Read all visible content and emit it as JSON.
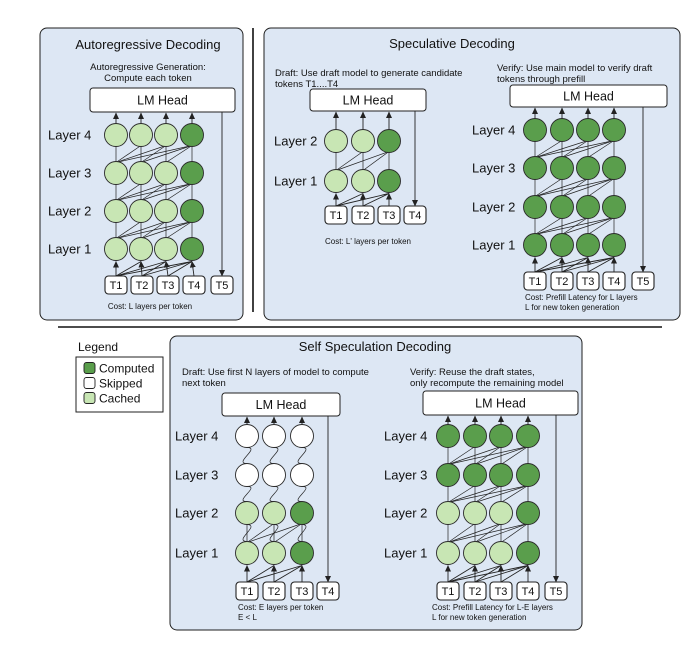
{
  "colors": {
    "computed": "#5a9e4c",
    "skipped": "#ffffff",
    "cached": "#c8e6b4",
    "panel": "#dde7f4"
  },
  "legend": {
    "title": "Legend",
    "items": [
      {
        "label": "Computed",
        "state": "computed"
      },
      {
        "label": "Skipped",
        "state": "skipped"
      },
      {
        "label": "Cached",
        "state": "cached"
      }
    ]
  },
  "lm_head_label": "LM Head",
  "panels": {
    "autoregressive": {
      "title": "Autoregressive Decoding",
      "desc": [
        "Autoregressive Generation:",
        "Compute each token"
      ],
      "layers": [
        "Layer 4",
        "Layer 3",
        "Layer 2",
        "Layer 1"
      ],
      "states": [
        [
          "cached",
          "cached",
          "cached",
          "computed"
        ],
        [
          "cached",
          "cached",
          "cached",
          "computed"
        ],
        [
          "cached",
          "cached",
          "cached",
          "computed"
        ],
        [
          "cached",
          "cached",
          "cached",
          "computed"
        ]
      ],
      "tokens": [
        "T1",
        "T2",
        "T3",
        "T4",
        "T5"
      ],
      "cost": [
        "Cost: L layers per token"
      ]
    },
    "speculative": {
      "title": "Speculative Decoding",
      "draft": {
        "desc": [
          "Draft: Use draft model to generate candidate",
          "tokens T1....T4"
        ],
        "layers": [
          "Layer 2",
          "Layer 1"
        ],
        "states": [
          [
            "cached",
            "cached",
            "computed"
          ],
          [
            "cached",
            "cached",
            "computed"
          ]
        ],
        "tokens": [
          "T1",
          "T2",
          "T3",
          "T4"
        ],
        "cost": [
          "Cost: L' layers per token"
        ]
      },
      "verify": {
        "desc": [
          "Verify: Use main model to verify draft",
          "tokens through prefill"
        ],
        "layers": [
          "Layer 4",
          "Layer 3",
          "Layer 2",
          "Layer 1"
        ],
        "states": [
          [
            "computed",
            "computed",
            "computed",
            "computed"
          ],
          [
            "computed",
            "computed",
            "computed",
            "computed"
          ],
          [
            "computed",
            "computed",
            "computed",
            "computed"
          ],
          [
            "computed",
            "computed",
            "computed",
            "computed"
          ]
        ],
        "tokens": [
          "T1",
          "T2",
          "T3",
          "T4",
          "T5"
        ],
        "cost": [
          "Cost: Prefill Latency for L layers",
          "L for new token generation"
        ]
      }
    },
    "self_speculation": {
      "title": "Self Speculation Decoding",
      "draft": {
        "desc": [
          "Draft: Use first N layers of model to compute",
          "next token"
        ],
        "layers": [
          "Layer 4",
          "Layer 3",
          "Layer 2",
          "Layer 1"
        ],
        "states": [
          [
            "skipped",
            "skipped",
            "skipped"
          ],
          [
            "skipped",
            "skipped",
            "skipped"
          ],
          [
            "cached",
            "cached",
            "computed"
          ],
          [
            "cached",
            "cached",
            "computed"
          ]
        ],
        "tokens": [
          "T1",
          "T2",
          "T3",
          "T4"
        ],
        "cost": [
          "Cost: E layers per token",
          "E < L"
        ]
      },
      "verify": {
        "desc": [
          "Verify: Reuse the draft states,",
          "only recompute the remaining model"
        ],
        "layers": [
          "Layer 4",
          "Layer 3",
          "Layer 2",
          "Layer 1"
        ],
        "states": [
          [
            "computed",
            "computed",
            "computed",
            "computed"
          ],
          [
            "computed",
            "computed",
            "computed",
            "computed"
          ],
          [
            "cached",
            "cached",
            "cached",
            "computed"
          ],
          [
            "cached",
            "cached",
            "cached",
            "computed"
          ]
        ],
        "tokens": [
          "T1",
          "T2",
          "T3",
          "T4",
          "T5"
        ],
        "cost": [
          "Cost: Prefill Latency for L-E layers",
          "L for new token generation"
        ]
      }
    }
  }
}
